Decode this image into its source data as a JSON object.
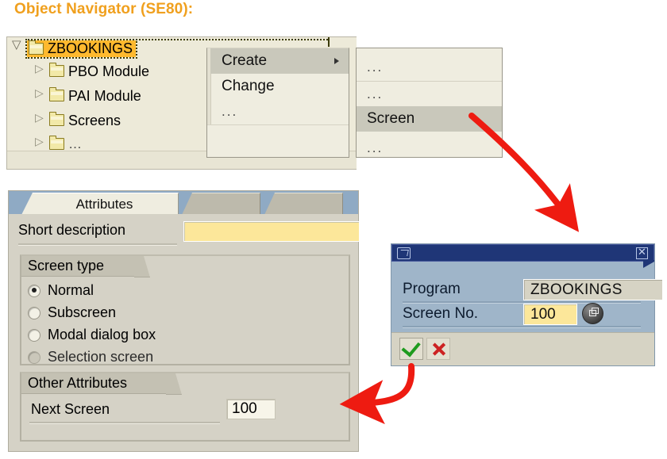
{
  "page": {
    "title": "Object Navigator (SE80):"
  },
  "colors": {
    "title_orange": "#F0A01E",
    "tree_selection": "#FFB92E",
    "menu_highlight": "#C9C8BB",
    "input_yellow": "#FCE79A",
    "dialog_titlebar": "#1F3677",
    "dialog_body": "#9FB5C9",
    "arrow_red": "#EE1B11",
    "panel_grey": "#D5D2C6",
    "menu_background": "#EFEDE0"
  },
  "tree": {
    "root": {
      "label": "ZBOOKINGS",
      "twisty": "chevron-down-icon",
      "icon": "folder-icon",
      "selected": true
    },
    "children": [
      {
        "label": "PBO Module",
        "twisty": "chevron-right-icon",
        "icon": "folder-icon"
      },
      {
        "label": "PAI Module",
        "twisty": "chevron-right-icon",
        "icon": "folder-icon"
      },
      {
        "label": "Screens",
        "twisty": "chevron-right-icon",
        "icon": "folder-icon"
      },
      {
        "label": "…",
        "twisty": "chevron-right-icon",
        "icon": "folder-icon"
      }
    ]
  },
  "context_menu": {
    "items": [
      {
        "label": "Create",
        "highlighted": true,
        "has_submenu": true
      },
      {
        "label": "Change",
        "highlighted": false,
        "has_submenu": false
      },
      {
        "label": "...",
        "highlighted": false,
        "has_submenu": false
      }
    ]
  },
  "submenu": {
    "items": [
      {
        "label": "...",
        "highlighted": false
      },
      {
        "label": "...",
        "highlighted": false
      },
      {
        "label": "Screen",
        "highlighted": true
      },
      {
        "label": "...",
        "highlighted": false
      }
    ]
  },
  "attributes_panel": {
    "tabs": [
      {
        "label": "Attributes",
        "active": true
      },
      {
        "label": "",
        "active": false
      },
      {
        "label": "",
        "active": false
      }
    ],
    "short_description": {
      "label": "Short description",
      "value": "",
      "placeholder": ""
    },
    "screen_type": {
      "title": "Screen type",
      "options": [
        {
          "label": "Normal",
          "selected": true,
          "disabled": false
        },
        {
          "label": "Subscreen",
          "selected": false,
          "disabled": false
        },
        {
          "label": "Modal dialog box",
          "selected": false,
          "disabled": false
        },
        {
          "label": "Selection screen",
          "selected": false,
          "disabled": true
        }
      ]
    },
    "other_attributes": {
      "title": "Other Attributes",
      "next_screen": {
        "label": "Next Screen",
        "value": "100"
      }
    }
  },
  "dialog": {
    "titlebar": {
      "exit_icon": "exit-icon",
      "close_icon": "close-icon",
      "title": ""
    },
    "program": {
      "label": "Program",
      "value": "ZBOOKINGS",
      "readonly": true
    },
    "screen_no": {
      "label": "Screen No.",
      "value": "100",
      "lookup_icon": "lookup-button-icon"
    },
    "buttons": [
      {
        "name": "continue-button",
        "icon": "green-check-icon"
      },
      {
        "name": "cancel-button",
        "icon": "red-x-icon"
      }
    ]
  },
  "annotations": {
    "arrow_1": "arrow from Screen menu item to dialog",
    "arrow_2": "arrow from dialog OK button to Other Attributes"
  }
}
